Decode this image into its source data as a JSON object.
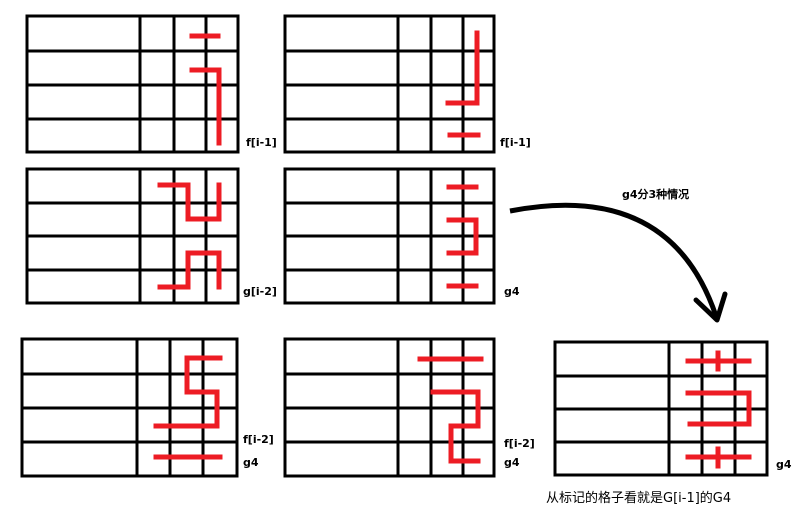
{
  "labels": {
    "p1": "f[i-1]",
    "p2": "f[i-1]",
    "p3": "g[i-2]",
    "p4": "g4",
    "p5a": "f[i-2]",
    "p5b": "g4",
    "p6a": "f[i-2]",
    "p6b": "g4",
    "p7": "g4",
    "arrow_note": "g4分3种情况",
    "caption": "从标记的格子看就是G[i-1]的G4"
  },
  "colors": {
    "grid": "#000000",
    "mark": "#ed1c24"
  }
}
